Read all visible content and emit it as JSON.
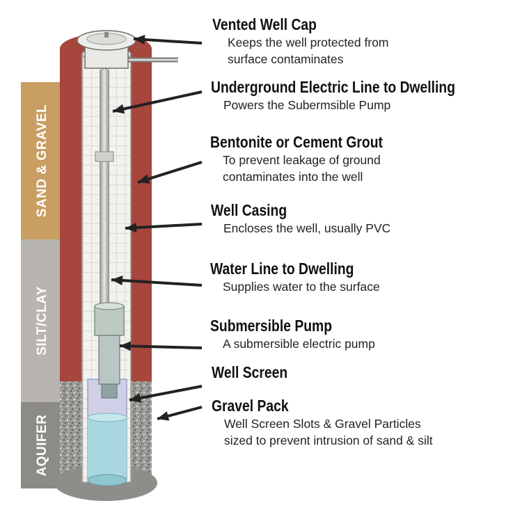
{
  "layers": [
    {
      "name": "sand",
      "label": "SAND & GRAVEL",
      "color": "#c89e62"
    },
    {
      "name": "silt",
      "label": "SILT/CLAY",
      "color": "#b8b4af"
    },
    {
      "name": "aquifer",
      "label": "AQUIFER",
      "color": "#8c8b88"
    }
  ],
  "colors": {
    "grout": "#a7463c",
    "casing": "#f2f2ef",
    "water": "#a9d7df",
    "arrow": "#222222"
  },
  "callouts": [
    {
      "id": "vented-well-cap",
      "title": "Vented Well Cap",
      "desc": [
        "Keeps the well protected from",
        "surface contaminates"
      ]
    },
    {
      "id": "electric-line",
      "title": "Underground Electric Line to Dwelling",
      "desc": [
        "Powers the Subermsible Pump"
      ]
    },
    {
      "id": "grout",
      "title": "Bentonite or Cement Grout",
      "desc": [
        "To prevent leakage of ground",
        "contaminates into the well"
      ]
    },
    {
      "id": "well-casing",
      "title": "Well Casing",
      "desc": [
        "Encloses the well, usually PVC"
      ]
    },
    {
      "id": "water-line",
      "title": "Water Line to Dwelling",
      "desc": [
        "Supplies water to the surface"
      ]
    },
    {
      "id": "submersible-pump",
      "title": "Submersible Pump",
      "desc": [
        "A submersible electric pump"
      ]
    },
    {
      "id": "well-screen",
      "title": "Well Screen",
      "desc": []
    },
    {
      "id": "gravel-pack",
      "title": "Gravel Pack",
      "desc": [
        "Well Screen Slots & Gravel Particles",
        "sized to prevent intrusion of sand & silt"
      ]
    }
  ]
}
